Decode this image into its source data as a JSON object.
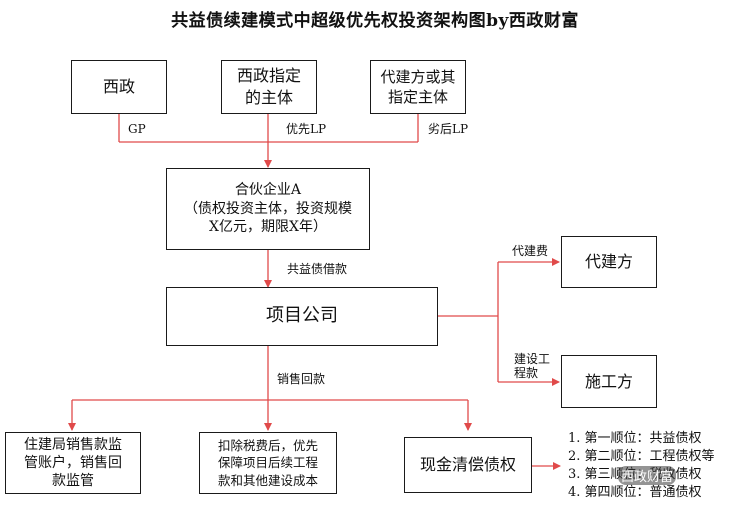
{
  "title": "共益债续建模式中超级优先权投资架构图by西政财富",
  "nodes": {
    "xizheng": "西政",
    "designated": [
      "西政指定",
      "的主体"
    ],
    "agent": [
      "代建方或其",
      "指定主体"
    ],
    "partnership": [
      "合伙企业A",
      "（债权投资主体，投资规模",
      "X亿元，期限X年）"
    ],
    "project": "项目公司",
    "daijian": "代建方",
    "shigong": "施工方",
    "supervision": [
      "住建局销售款监",
      "管账户，销售回",
      "款监管"
    ],
    "deduct": [
      "扣除税费后，优先",
      "保障项目后续工程",
      "款和其他建设成本"
    ],
    "cash": "现金清偿债权"
  },
  "edge_labels": {
    "gp": "GP",
    "priority_lp": "优先LP",
    "junior_lp": "劣后LP",
    "loan": "共益债借款",
    "daijian_fee": "代建费",
    "construction": [
      "建设工",
      "程款"
    ],
    "sales": "销售回款"
  },
  "priority_list": [
    "1. 第一顺位：共益债权",
    "2. 第二顺位：工程债权等",
    "3. 第三顺位：税收债权",
    "4. 第四顺位：普通债权"
  ],
  "watermark": "西政财富",
  "colors": {
    "line": "#e04a4a",
    "box_border": "#1a1a1a"
  }
}
